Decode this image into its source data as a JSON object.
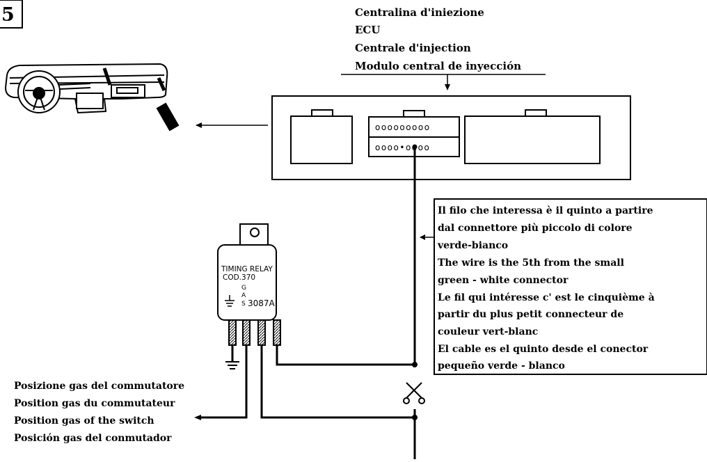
{
  "figure_number": "5",
  "ecu": {
    "titles": [
      "Centralina d'iniezione",
      "ECU",
      "Centrale d'injection",
      "Modulo central de inyección"
    ],
    "pins_row_top": "ooooooooo",
    "pins_row_bottom": "oooo•oooo"
  },
  "relay": {
    "line1": "TIMING RELAY",
    "line2": "COD.370",
    "gas_letters": [
      "G",
      "A",
      "S"
    ],
    "code": "3087A"
  },
  "wire_note": [
    "Il filo che interessa è il quinto a partire",
    "dal connettore più piccolo di colore",
    "verde-bianco",
    "The wire is the 5th from the small",
    "green - white connector",
    "Le fil qui intéresse c' est le cinquième à",
    "partir du plus petit connecteur de",
    "couleur vert-blanc",
    "El cable es el quinto  desde el conector",
    "pequeño verde - blanco"
  ],
  "switch_note": [
    "Posizione gas del commutatore",
    "Position gas du commutateur",
    "Position gas of the switch",
    "Posición gas del conmutador"
  ],
  "colors": {
    "ink": "#000000",
    "background": "#ffffff",
    "hatch": "#888888"
  },
  "icons": [
    "car-dashboard-icon",
    "scissors-icon",
    "ground-symbol-icon",
    "arrow-icon"
  ]
}
